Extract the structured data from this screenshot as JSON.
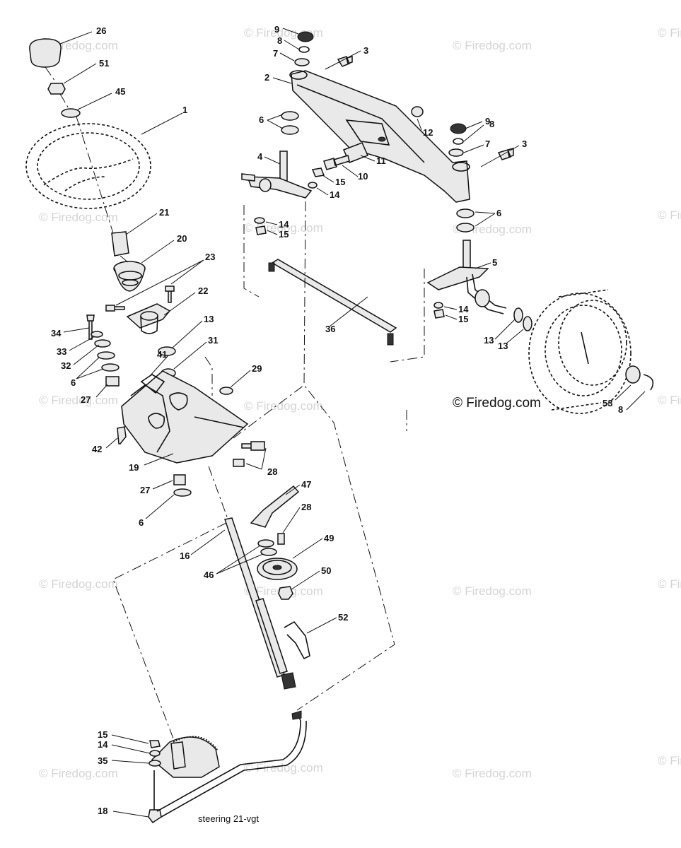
{
  "watermark": "© Firedog.com",
  "main_watermark": "© Firedog.com",
  "caption": "steering  21-vgt",
  "callouts": [
    {
      "id": "c26",
      "text": "26"
    },
    {
      "id": "c51",
      "text": "51"
    },
    {
      "id": "c45",
      "text": "45"
    },
    {
      "id": "c1",
      "text": "1"
    },
    {
      "id": "c21",
      "text": "21"
    },
    {
      "id": "c20",
      "text": "20"
    },
    {
      "id": "c23",
      "text": "23"
    },
    {
      "id": "c22",
      "text": "22"
    },
    {
      "id": "c34",
      "text": "34"
    },
    {
      "id": "c33",
      "text": "33"
    },
    {
      "id": "c32",
      "text": "32"
    },
    {
      "id": "c6a",
      "text": "6"
    },
    {
      "id": "c27a",
      "text": "27"
    },
    {
      "id": "c13a",
      "text": "13"
    },
    {
      "id": "c41",
      "text": "41"
    },
    {
      "id": "c31",
      "text": "31"
    },
    {
      "id": "c29",
      "text": "29"
    },
    {
      "id": "c42",
      "text": "42"
    },
    {
      "id": "c19",
      "text": "19"
    },
    {
      "id": "c28a",
      "text": "28"
    },
    {
      "id": "c27b",
      "text": "27"
    },
    {
      "id": "c6b",
      "text": "6"
    },
    {
      "id": "c16",
      "text": "16"
    },
    {
      "id": "c46",
      "text": "46"
    },
    {
      "id": "c47",
      "text": "47"
    },
    {
      "id": "c28b",
      "text": "28"
    },
    {
      "id": "c49",
      "text": "49"
    },
    {
      "id": "c50",
      "text": "50"
    },
    {
      "id": "c52",
      "text": "52"
    },
    {
      "id": "c15a",
      "text": "15"
    },
    {
      "id": "c14a",
      "text": "14"
    },
    {
      "id": "c35",
      "text": "35"
    },
    {
      "id": "c18",
      "text": "18"
    },
    {
      "id": "c9a",
      "text": "9"
    },
    {
      "id": "c8a",
      "text": "8"
    },
    {
      "id": "c7a",
      "text": "7"
    },
    {
      "id": "c3a",
      "text": "3"
    },
    {
      "id": "c2",
      "text": "2"
    },
    {
      "id": "c6c",
      "text": "6"
    },
    {
      "id": "c12",
      "text": "12"
    },
    {
      "id": "c9b",
      "text": "9"
    },
    {
      "id": "c8b",
      "text": "8"
    },
    {
      "id": "c7b",
      "text": "7"
    },
    {
      "id": "c3b",
      "text": "3"
    },
    {
      "id": "c4",
      "text": "4"
    },
    {
      "id": "c11",
      "text": "11"
    },
    {
      "id": "c10",
      "text": "10"
    },
    {
      "id": "c15b",
      "text": "15"
    },
    {
      "id": "c14b",
      "text": "14"
    },
    {
      "id": "c14c",
      "text": "14"
    },
    {
      "id": "c15c",
      "text": "15"
    },
    {
      "id": "c6d",
      "text": "6"
    },
    {
      "id": "c36",
      "text": "36"
    },
    {
      "id": "c5",
      "text": "5"
    },
    {
      "id": "c14d",
      "text": "14"
    },
    {
      "id": "c15d",
      "text": "15"
    },
    {
      "id": "c13b",
      "text": "13"
    },
    {
      "id": "c13c",
      "text": "13"
    },
    {
      "id": "c53",
      "text": "53"
    },
    {
      "id": "c8c",
      "text": "8"
    }
  ]
}
